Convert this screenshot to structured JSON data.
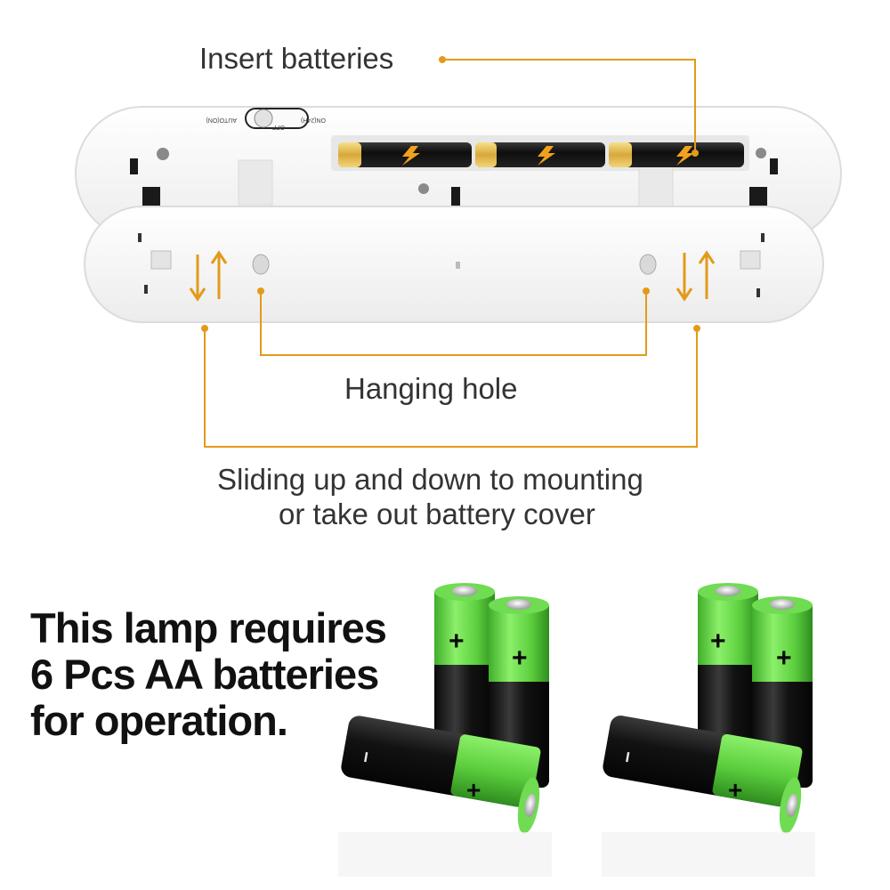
{
  "labels": {
    "insert_batteries": "Insert batteries",
    "hanging_hole": "Hanging hole",
    "sliding_line1": "Sliding up and down to mounting",
    "sliding_line2": "or take out battery cover"
  },
  "switch_labels": {
    "left": "AUTO(ON)",
    "right": "ON(24H)",
    "bottom": "OFF"
  },
  "headline": {
    "line1": "This lamp requires",
    "line2": "6 Pcs AA batteries",
    "line3": "for operation."
  },
  "battery_marks": {
    "plus": "+",
    "minus": "−"
  },
  "colors": {
    "accent": "#E39A1B",
    "battery_green": "#6BD84D",
    "battery_black": "#151515",
    "lamp_white": "#F7F7F7"
  }
}
